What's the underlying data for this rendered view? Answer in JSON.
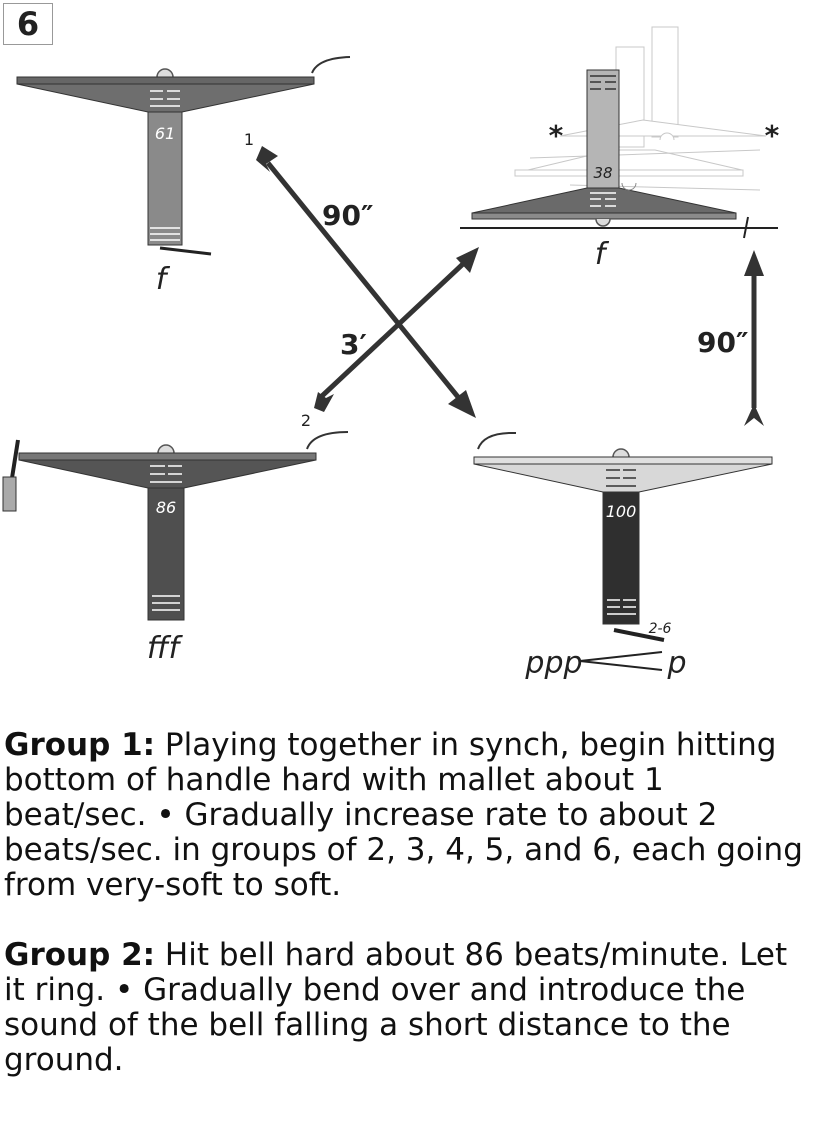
{
  "page_number": "6",
  "bells": {
    "top_left": {
      "number": "61",
      "dynamic": "f"
    },
    "bottom_left": {
      "number": "86",
      "dynamic": "fff"
    },
    "top_right": {
      "number": "38",
      "dynamic": "f"
    },
    "bottom_right": {
      "number": "100",
      "dynamic_start": "ppp",
      "dynamic_end": "p",
      "group_label": "2-6"
    }
  },
  "arrows": {
    "arrow1": {
      "label": "1",
      "duration": "90″"
    },
    "arrow2": {
      "label": "2",
      "duration": "3′"
    },
    "arrow_right": {
      "duration": "90″"
    }
  },
  "group1": {
    "heading": "Group 1:",
    "text": " Playing together in synch, begin hitting bottom of handle hard with mallet about 1 beat/sec. • Gradually increase rate to about 2 beats/sec. in groups of 2, 3, 4, 5, and 6, each going from very-soft to soft."
  },
  "group2": {
    "heading": "Group 2:",
    "text": " Hit bell hard about 86 beats/minute. Let it ring. • Gradually bend over and introduce the sound of the bell falling a short distance to the ground."
  },
  "colors": {
    "dark": "#333333",
    "mid_gray": "#6e6e6e",
    "light_gray": "#b5b5b5",
    "pale": "#e0e0e0"
  }
}
